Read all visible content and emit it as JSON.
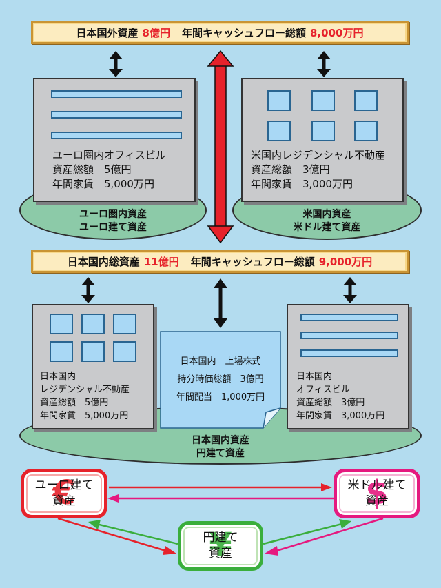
{
  "top_banner": {
    "label": "日本国外資産",
    "amount": "8億円",
    "cf_label": "年間キャッシュフロー総額",
    "cf_amount": "8,000万円"
  },
  "mid_banner": {
    "label": "日本国内総資産",
    "amount": "11億円",
    "cf_label": "年間キャッシュフロー総額",
    "cf_amount": "9,000万円"
  },
  "euro_group": {
    "building_name": "ユーロ圏内オフィスビル",
    "asset_line": "資産総額　5億円",
    "rent_line": "年間家賃　5,000万円",
    "base_line1": "ユーロ圏内資産",
    "base_line2": "ユーロ建て資産"
  },
  "us_group": {
    "building_name": "米国内レジデンシャル不動産",
    "asset_line": "資産総額　3億円",
    "rent_line": "年間家賃　3,000万円",
    "base_line1": "米国内資産",
    "base_line2": "米ドル建て資産"
  },
  "japan_group": {
    "base_line1": "日本国内資産",
    "base_line2": "円建て資産",
    "residential": {
      "line1": "日本国内",
      "line2": "レジデンシャル不動産",
      "asset_line": "資産総額　5億円",
      "rent_line": "年間家賃　5,000万円"
    },
    "stocks": {
      "title": "日本国内　上場株式",
      "value_line": "持分時価総額　3億円",
      "dividend_line": "年間配当　1,000万円"
    },
    "office": {
      "line1": "日本国内",
      "line2": "オフィスビル",
      "asset_line": "資産総額　3億円",
      "rent_line": "年間家賃　3,000万円"
    }
  },
  "currencies": {
    "euro": {
      "line1": "ユーロ建て",
      "line2": "資産",
      "color": "#e6222b",
      "glyph": "€"
    },
    "usd": {
      "line1": "米ドル建て",
      "line2": "資産",
      "color": "#e5197f",
      "glyph": "$"
    },
    "yen": {
      "line1": "円建て",
      "line2": "資産",
      "color": "#3aae3c",
      "glyph": "¥"
    }
  },
  "colors": {
    "background": "#b3dcef",
    "banner_fill": "#fcecc0",
    "banner_border": "#c99434",
    "highlight_red": "#e6222b",
    "base_green": "#8ccaa8",
    "building_gray": "#c9cacc",
    "window_blue": "#a9d8f5",
    "arrow_green": "#3aae3c",
    "arrow_pink": "#e5197f"
  }
}
